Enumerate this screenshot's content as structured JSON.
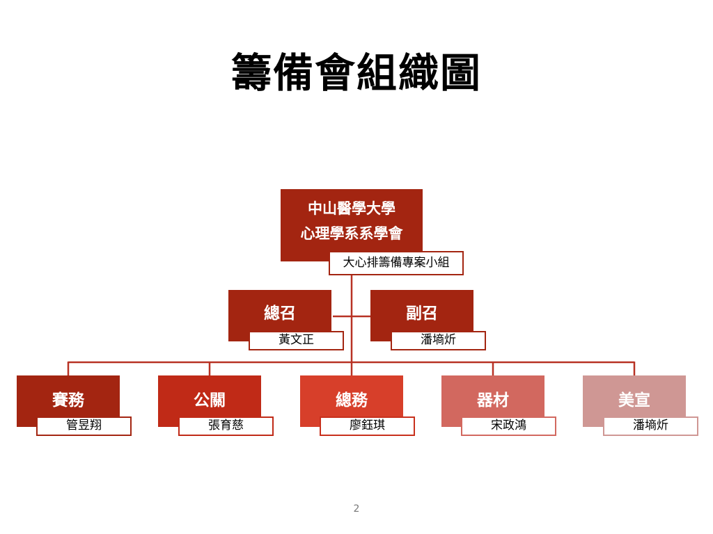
{
  "title": "籌備會組織圖",
  "root": {
    "line1": "中山醫學大學",
    "line2": "心理學系系學會",
    "label": "大心排籌備專案小組"
  },
  "leaders": [
    {
      "role": "總召",
      "name": "黃文正"
    },
    {
      "role": "副召",
      "name": "潘墒炘"
    }
  ],
  "departments": [
    {
      "role": "賽務",
      "name": "管昱翔",
      "color": "#a32511",
      "border": "#a32511"
    },
    {
      "role": "公關",
      "name": "張育慈",
      "color": "#c02a17",
      "border": "#c02a17"
    },
    {
      "role": "總務",
      "name": "廖鈺琪",
      "color": "#d73f2a",
      "border": "#c8301c"
    },
    {
      "role": "器材",
      "name": "宋政鴻",
      "color": "#d2685f",
      "border": "#d2685f"
    },
    {
      "role": "美宣",
      "name": "潘墒炘",
      "color": "#cf9794",
      "border": "#cf9794"
    }
  ],
  "connector_color": "#b83224",
  "page_number": "2"
}
